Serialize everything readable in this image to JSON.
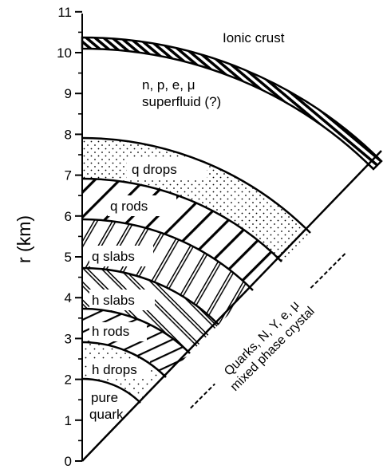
{
  "axis": {
    "title": "r (km)",
    "ticks": [
      "0",
      "1",
      "2",
      "3",
      "4",
      "5",
      "6",
      "7",
      "8",
      "9",
      "10",
      "11"
    ]
  },
  "regions": {
    "crust": "Ionic crust",
    "superfluid_line1": "n, p, e, μ",
    "superfluid_line2": "superfluid (?)",
    "q_drops": "q drops",
    "q_rods": "q rods",
    "q_slabs": "q slabs",
    "h_slabs": "h slabs",
    "h_rods": "h rods",
    "h_drops": "h drops",
    "pure_line1": "pure",
    "pure_line2": "quark"
  },
  "diagonal": {
    "line1": "Quarks, N, Y, e, μ",
    "line2": "mixed phase crystal"
  }
}
